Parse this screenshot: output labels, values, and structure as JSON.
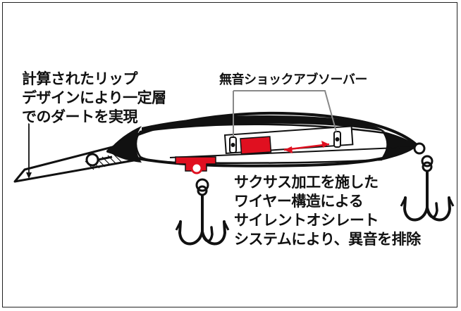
{
  "labels": {
    "lip_line1": "計算されたリップ",
    "lip_line2": "デザインにより一定層",
    "lip_line3": "でのダートを実現",
    "absorber": "無音ショックアブソーバー",
    "wire_line1": "サクサス加工を施した",
    "wire_line2": "ワイヤー構造による",
    "wire_line3": "サイレントオシレート",
    "wire_line4": "システムにより、異音を排除"
  },
  "colors": {
    "ink": "#111111",
    "accent": "#e01020",
    "body": "#ffffff",
    "background": "#ffffff"
  },
  "icons": [
    "treble-hook-icon",
    "split-ring-icon",
    "wire-eye-icon"
  ]
}
